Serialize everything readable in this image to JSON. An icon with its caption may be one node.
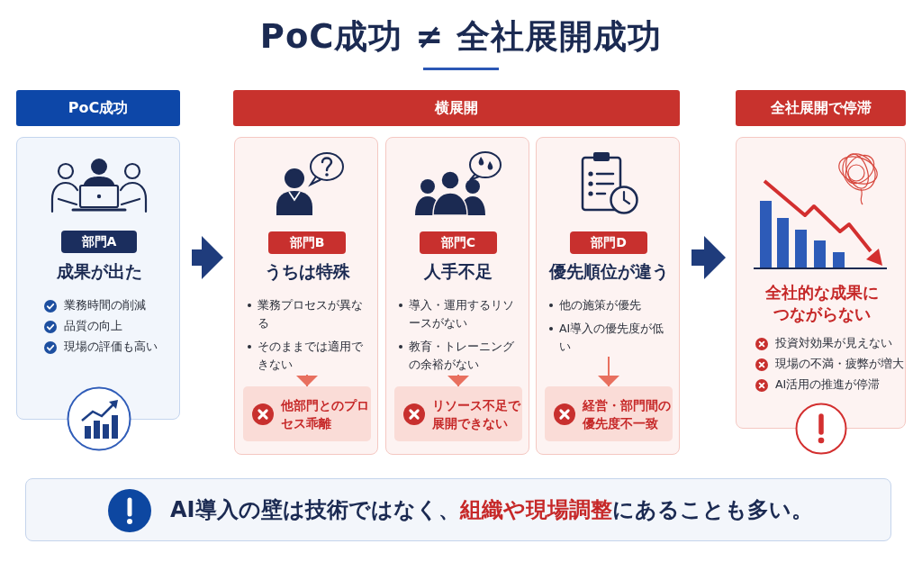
{
  "diagram": {
    "title": "PoC成功 ≠ 全社展開成功",
    "nodes": [
      {
        "text": [
          "PoC成功"
        ]
      },
      {
        "text": [
          "成果が出た",
          "業務時間の削減",
          "品質の向上",
          "現場の評価も高い"
        ]
      },
      {
        "text": [
          "部門A"
        ],
        "in": 1
      },
      {
        "text": [
          "横展開"
        ]
      },
      {
        "text": [
          "うちは特殊"
        ]
      },
      {
        "text": [
          "部門B"
        ],
        "in": 4
      },
      {
        "text": [
          "業務プロセスが異なる",
          "そのままでは適用できない"
        ],
        "in": 4
      },
      {
        "text": [
          "他部門とのプロセス乖離"
        ],
        "in": 4
      },
      {
        "text": [
          "人手不足"
        ]
      },
      {
        "text": [
          "部門C"
        ],
        "in": 8
      },
      {
        "text": [
          "導入・運用するリソースがない",
          "教育・トレーニングの余裕がない"
        ],
        "in": 8
      },
      {
        "text": [
          "リソース不足で展開できない"
        ],
        "in": 8
      },
      {
        "text": [
          "優先順位が違う"
        ]
      },
      {
        "text": [
          "部門D"
        ],
        "in": 12
      },
      {
        "text": [
          "他の施策が優先",
          "AI導入の優先度が低い"
        ],
        "in": 12
      },
      {
        "text": [
          "経営・部門間の優先度不一致"
        ],
        "in": 12
      },
      {
        "text": [
          "全社展開で停滞"
        ]
      },
      {
        "text": [
          "全社的な成果につながらない",
          "投資対効果が見えない",
          "現場の不満・疲弊が増大",
          "AI活用の推進が停滞"
        ]
      },
      {
        "text": [
          "AI導入の壁は技術ではなく、**組織や現場調整**にあることも多い。"
        ]
      }
    ],
    "edges": [
      {
        "from": 1,
        "to": 4,
        "arrow": "to",
        "style": "thick",
        "color": "#1f3c7c"
      },
      {
        "from": 6,
        "to": 7,
        "arrow": "to"
      },
      {
        "from": 10,
        "to": 11,
        "arrow": "to"
      },
      {
        "from": 14,
        "to": 15,
        "arrow": "to"
      },
      {
        "from": 12,
        "to": 17,
        "arrow": "to",
        "style": "thick",
        "color": "#1f3c7c"
      }
    ]
  }
}
